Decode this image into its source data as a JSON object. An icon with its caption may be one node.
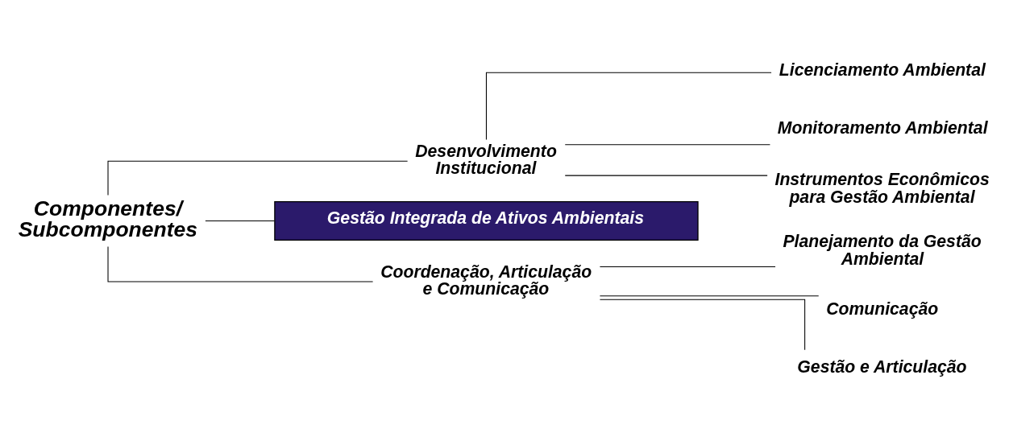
{
  "diagram": {
    "nodes": [
      {
        "text": [
          "Componentes/ Subcomponentes"
        ]
      },
      {
        "text": [
          "Desenvolvimento Institucional"
        ]
      },
      {
        "text": [
          "Licenciamento Ambiental"
        ]
      },
      {
        "text": [
          "Monitoramento Ambiental"
        ]
      },
      {
        "text": [
          "Instrumentos Econômicos para Gestão Ambiental"
        ]
      },
      {
        "text": [
          "Gestão Integrada de Ativos Ambientais"
        ]
      },
      {
        "text": [
          "Coordenação, Articulação e Comunicação"
        ]
      },
      {
        "text": [
          "Planejamento da Gestão Ambiental"
        ]
      },
      {
        "text": [
          "Comunicação"
        ]
      },
      {
        "text": [
          "Gestão e Articulação"
        ]
      }
    ],
    "edges": [
      {
        "from": 0,
        "to": 1,
        "arrow": "none"
      },
      {
        "from": 0,
        "to": 5,
        "arrow": "none"
      },
      {
        "from": 0,
        "to": 6,
        "arrow": "none"
      },
      {
        "from": 1,
        "to": 2,
        "arrow": "none"
      },
      {
        "from": 1,
        "to": 3,
        "arrow": "none"
      },
      {
        "from": 1,
        "to": 4,
        "arrow": "none"
      },
      {
        "from": 6,
        "to": 7,
        "arrow": "none"
      },
      {
        "from": 6,
        "to": 8,
        "arrow": "none"
      },
      {
        "from": 6,
        "to": 9,
        "arrow": "none"
      }
    ]
  }
}
